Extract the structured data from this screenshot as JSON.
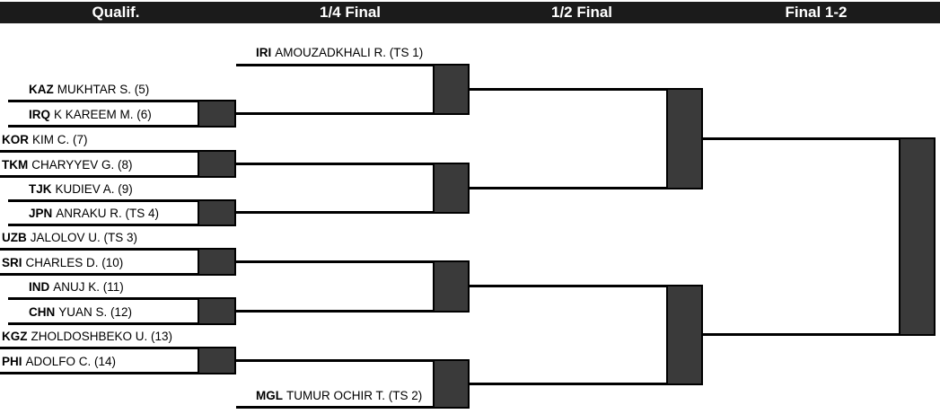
{
  "header": {
    "columns": [
      {
        "label": "Qualif."
      },
      {
        "label": "1/4 Final"
      },
      {
        "label": "1/2 Final"
      },
      {
        "label": "Final 1-2"
      }
    ]
  },
  "entrants": [
    {
      "code": "IRI",
      "name": "AMOUZADKHALI R. (TS 1)"
    },
    {
      "code": "KAZ",
      "name": "MUKHTAR S. (5)"
    },
    {
      "code": "IRQ",
      "name": "K KAREEM M. (6)"
    },
    {
      "code": "KOR",
      "name": "KIM C. (7)"
    },
    {
      "code": "TKM",
      "name": "CHARYYEV G. (8)"
    },
    {
      "code": "TJK",
      "name": "KUDIEV A. (9)"
    },
    {
      "code": "JPN",
      "name": "ANRAKU R. (TS 4)"
    },
    {
      "code": "UZB",
      "name": "JALOLOV U. (TS 3)"
    },
    {
      "code": "SRI",
      "name": "CHARLES D. (10)"
    },
    {
      "code": "IND",
      "name": "ANUJ K. (11)"
    },
    {
      "code": "CHN",
      "name": "YUAN S. (12)"
    },
    {
      "code": "KGZ",
      "name": "ZHOLDOSHBEKO U. (13)"
    },
    {
      "code": "PHI",
      "name": "ADOLFO C. (14)"
    },
    {
      "code": "MGL",
      "name": "TUMUR OCHIR T. (TS 2)"
    }
  ],
  "colors": {
    "header_bar": "#1b1b1b",
    "header_text": "#ffffff",
    "line": "#000000",
    "match_box_fill": "#3a3a3a"
  }
}
